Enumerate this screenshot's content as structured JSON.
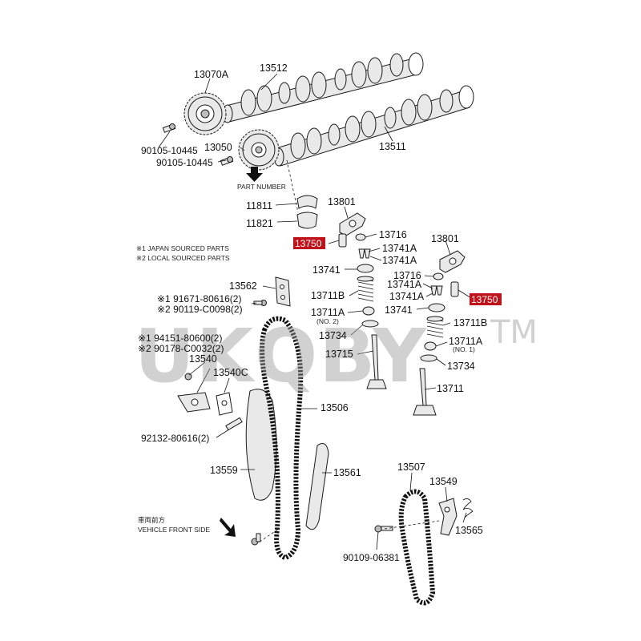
{
  "watermark": {
    "text": "UKQBY",
    "tm": "TM"
  },
  "notes": {
    "japan": "※1 JAPAN SOURCED PARTS",
    "local": "※2 LOCAL SOURCED PARTS"
  },
  "part_number_caption": "PART NUMBER",
  "vehicle_front": {
    "cn": "車両前方",
    "en": "VEHICLE FRONT SIDE"
  },
  "highlight_color": "#c0121b",
  "labels": {
    "p13070A": "13070A",
    "p13512": "13512",
    "p90105a": "90105-10445",
    "p13050": "13050",
    "p90105b": "90105-10445",
    "p13511": "13511",
    "p11811": "11811",
    "p11821": "11821",
    "p13801a": "13801",
    "p13716a": "13716",
    "p13750a": "13750",
    "p13741Aa": "13741A",
    "p13741Ab": "13741A",
    "p13741a": "13741",
    "p13711Ba": "13711B",
    "p13711Aa": "13711A",
    "no2": "(NO. 2)",
    "p13734a": "13734",
    "p13715": "13715",
    "p13801b": "13801",
    "p13716b": "13716",
    "p13741Ac": "13741A",
    "p13741Ad": "13741A",
    "p13750b": "13750",
    "p13741b": "13741",
    "p13711Bb": "13711B",
    "p13711Ab": "13711A",
    "no1": "(NO. 1)",
    "p13734b": "13734",
    "p13711": "13711",
    "p13562": "13562",
    "p91671": "※1 91671-80616(2)",
    "p90119": "※2 90119-C0098(2)",
    "p94151": "※1 94151-80600(2)",
    "p90178": "※2 90178-C0032(2)",
    "p13540": "13540",
    "p13540C": "13540C",
    "p13506": "13506",
    "p92132": "92132-80616(2)",
    "p13559": "13559",
    "p13561": "13561",
    "p13507": "13507",
    "p13549": "13549",
    "p13565": "13565",
    "p90109": "90109-06381"
  }
}
